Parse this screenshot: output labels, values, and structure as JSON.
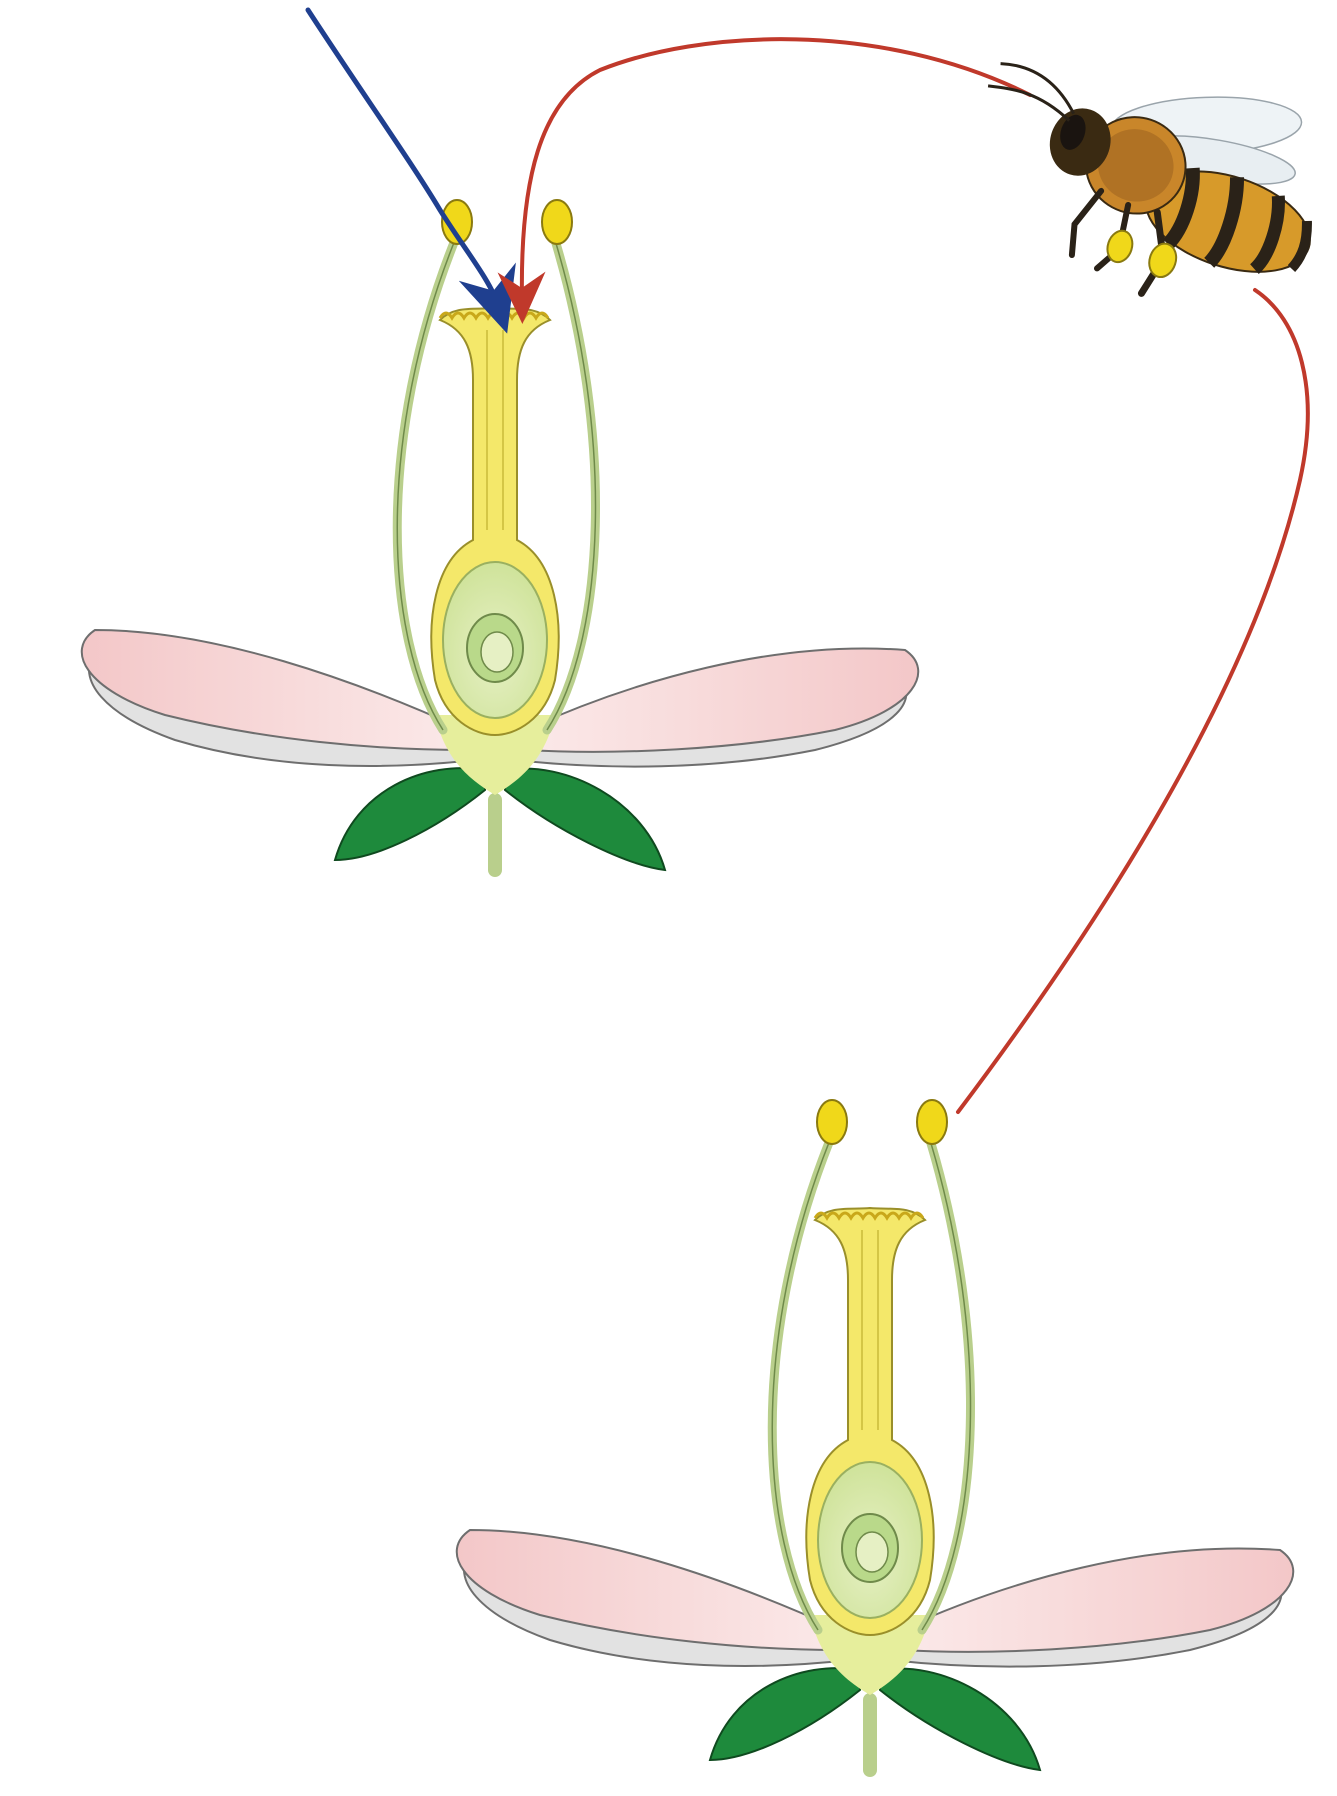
{
  "diagram": {
    "kind": "pollination-illustration",
    "labels": [],
    "colors": {
      "background": "#ffffff",
      "petal_pink": "#f2c2c4",
      "petal_edge": "#6e6e6e",
      "petal_shadow": "#d9d9d9",
      "sepal_green": "#1e8a3c",
      "stamen_filament": "#b9cf8c",
      "anther_yellow": "#f0d81a",
      "pistil_yellow": "#f4e86a",
      "ovary_green": "#d8e8b0",
      "self_pollination_arrow": "#1f3f8f",
      "cross_pollination_arrow": "#c0392b",
      "bee_body": "#d79a2a",
      "bee_stripe": "#2a2218",
      "bee_wing": "#e8eef2"
    },
    "icons": [
      "flower-icon",
      "bee-icon",
      "arrow-icon"
    ],
    "parts": {
      "upper_flower": [
        "petals",
        "sepals",
        "stamens",
        "pistil",
        "ovary",
        "ovule"
      ],
      "lower_flower": [
        "petals",
        "sepals",
        "stamens",
        "pistil",
        "ovary",
        "ovule"
      ]
    },
    "arrows": [
      "self-pollination",
      "cross-pollination"
    ]
  }
}
